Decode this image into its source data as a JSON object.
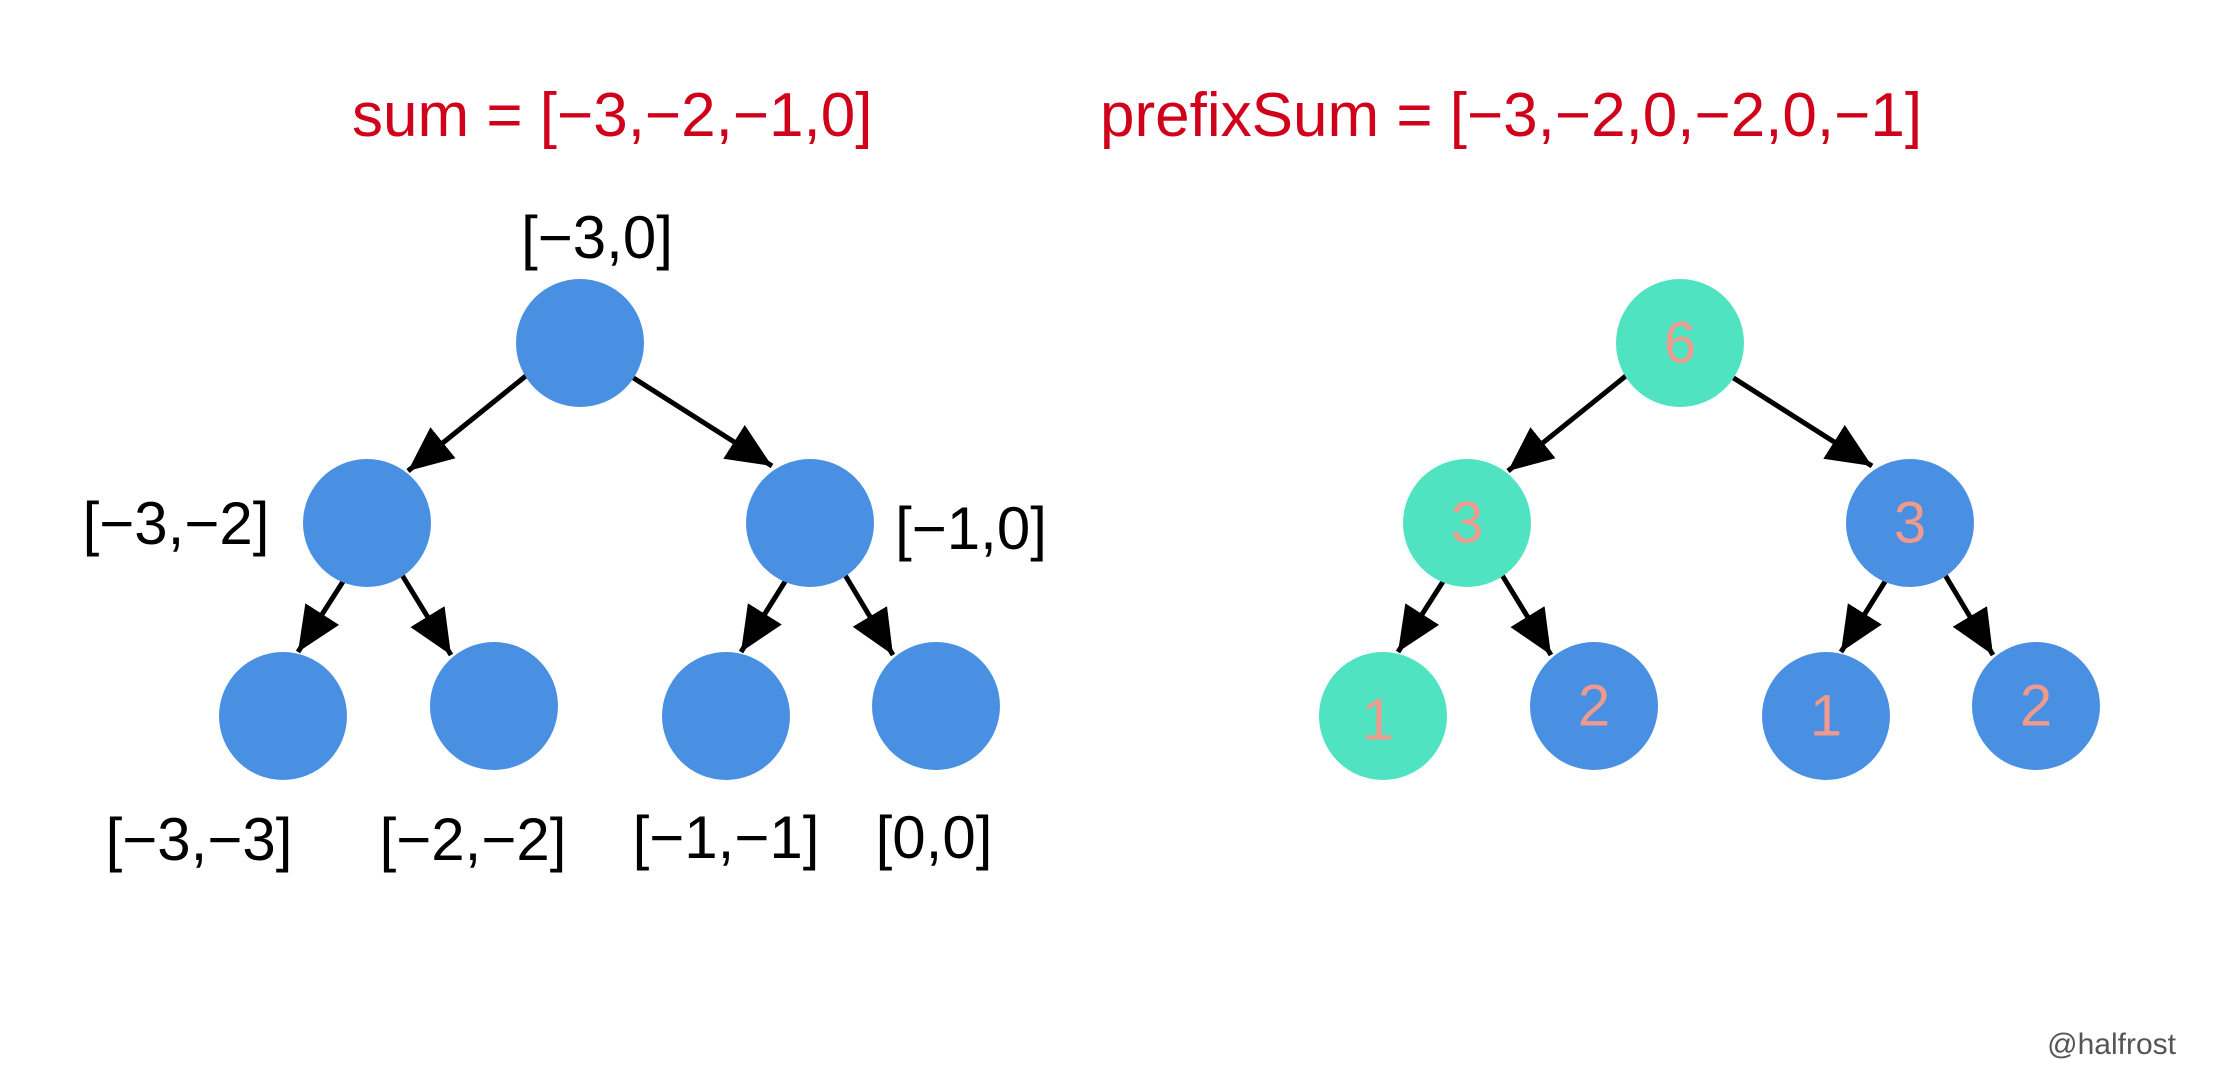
{
  "headlines": {
    "sum": "sum = [−3,−2,−1,0]",
    "prefix_sum": "prefixSum = [−3,−2,0,−2,0,−1]"
  },
  "colors": {
    "headline": "#d0021b",
    "node_blue": "#4a90e2",
    "node_green": "#50e3c2",
    "node_value": "#f09a8d",
    "edge": "#000000",
    "label": "#000000",
    "credit": "#555555"
  },
  "left_tree": {
    "nodes": [
      {
        "id": "root",
        "range": "[−3,0]"
      },
      {
        "id": "left",
        "range": "[−3,−2]"
      },
      {
        "id": "right",
        "range": "[−1,0]"
      },
      {
        "id": "left-left",
        "range": "[−3,−3]"
      },
      {
        "id": "left-right",
        "range": "[−2,−2]"
      },
      {
        "id": "right-left",
        "range": "[−1,−1]"
      },
      {
        "id": "right-right",
        "range": "[0,0]"
      }
    ]
  },
  "right_tree": {
    "nodes": [
      {
        "id": "root",
        "value": "6",
        "color": "green"
      },
      {
        "id": "left",
        "value": "3",
        "color": "green"
      },
      {
        "id": "right",
        "value": "3",
        "color": "blue"
      },
      {
        "id": "left-left",
        "value": "1",
        "color": "green"
      },
      {
        "id": "left-right",
        "value": "2",
        "color": "blue"
      },
      {
        "id": "right-left",
        "value": "1",
        "color": "blue"
      },
      {
        "id": "right-right",
        "value": "2",
        "color": "blue"
      }
    ]
  },
  "credit": "@halfrost"
}
